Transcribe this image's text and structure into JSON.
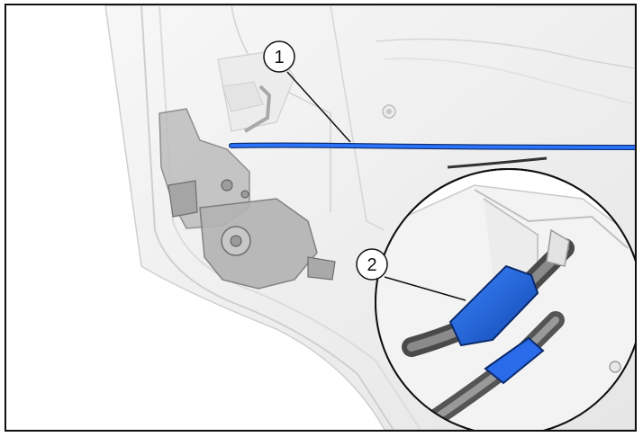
{
  "callouts": [
    {
      "label": "1",
      "target": "blue-cable"
    },
    {
      "label": "2",
      "target": "cable-clip"
    }
  ],
  "colors": {
    "highlight_blue": "#1a5fd6",
    "outline": "#111111",
    "part_grey": "#b9b9b9",
    "panel_light": "#f2f2f2"
  },
  "icons": [
    "door-lock-actuator",
    "cable-clip",
    "cable-harness"
  ]
}
